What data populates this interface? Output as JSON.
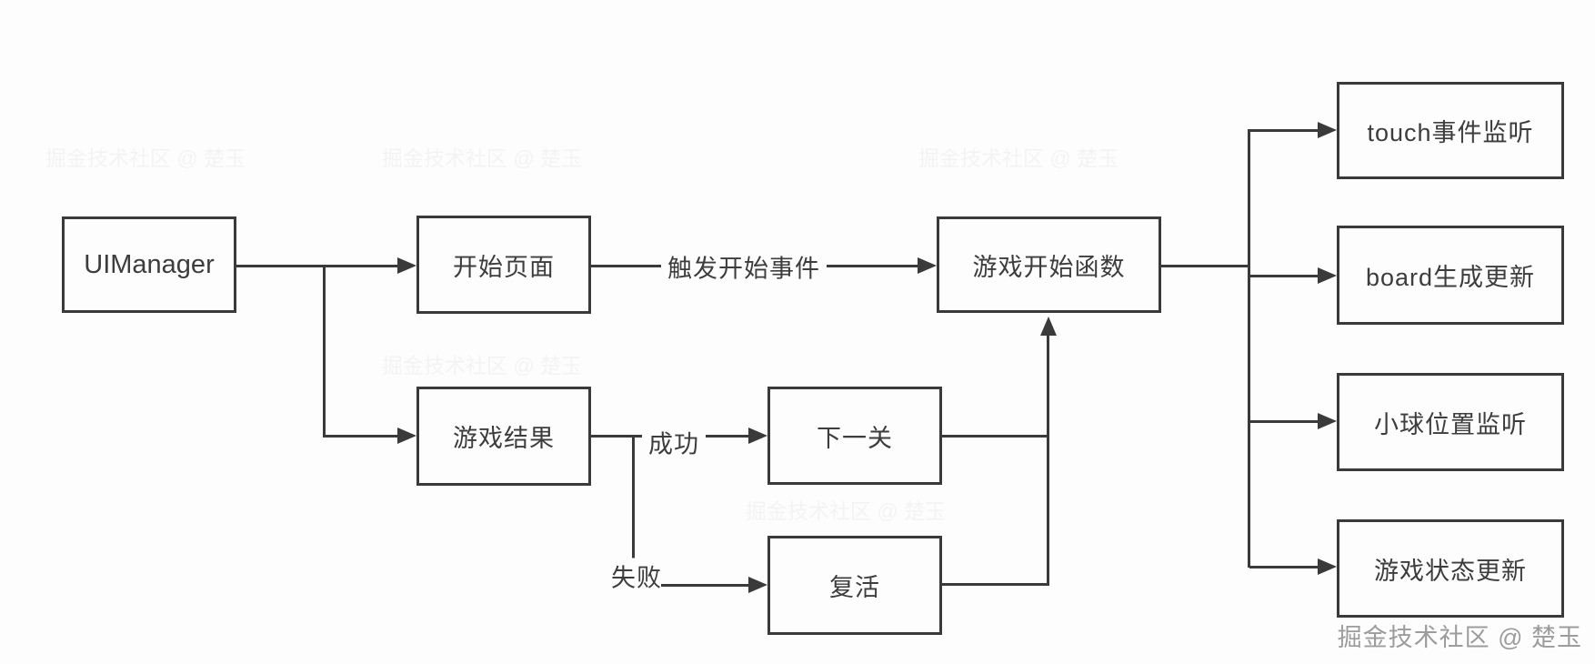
{
  "diagram": {
    "nodes": {
      "uimanager": "UIManager",
      "start_page": "开始页面",
      "game_result": "游戏结果",
      "game_start_fn": "游戏开始函数",
      "next_level": "下一关",
      "revive": "复活",
      "touch_listener": "touch事件监听",
      "board_update": "board生成更新",
      "ball_listener": "小球位置监听",
      "state_update": "游戏状态更新"
    },
    "edge_labels": {
      "trigger_start": "触发开始事件",
      "success": "成功",
      "fail": "失败"
    },
    "watermark": "掘金技术社区 @ 楚玉",
    "colors": {
      "stroke": "#3a3a3a",
      "text": "#3d3d3d",
      "background": "#fdfdfd",
      "watermark": "#9c9c9c"
    }
  }
}
